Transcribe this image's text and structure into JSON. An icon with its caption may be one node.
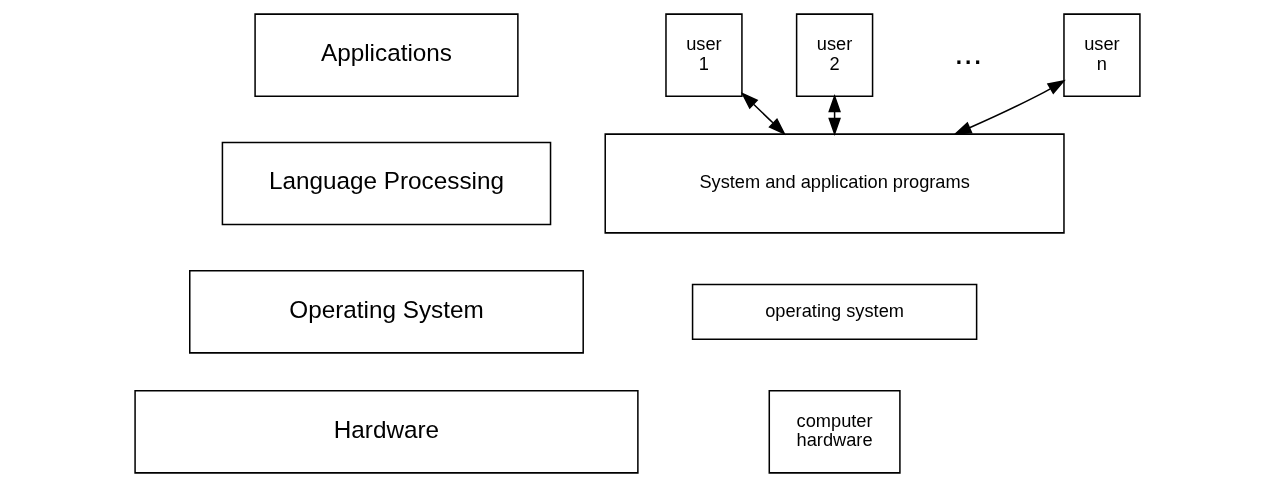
{
  "diagram": {
    "nodes": [
      {
        "text": [
          "Applications"
        ]
      },
      {
        "text": [
          "Language Processing"
        ]
      },
      {
        "text": [
          "Operating System"
        ]
      },
      {
        "text": [
          "Hardware"
        ]
      },
      {
        "text": [
          "user 1"
        ]
      },
      {
        "text": [
          "user 2"
        ]
      },
      {
        "text": [
          "user n"
        ]
      },
      {
        "text": [
          "System and application programs"
        ]
      },
      {
        "text": [
          "operating system"
        ]
      },
      {
        "text": [
          "computer hardware"
        ]
      }
    ],
    "edges": [
      {
        "from": 4,
        "to": 7,
        "arrow": "both"
      },
      {
        "from": 5,
        "to": 7,
        "arrow": "both"
      },
      {
        "from": 6,
        "to": 7,
        "arrow": "both"
      }
    ],
    "labels": [
      "..."
    ]
  }
}
